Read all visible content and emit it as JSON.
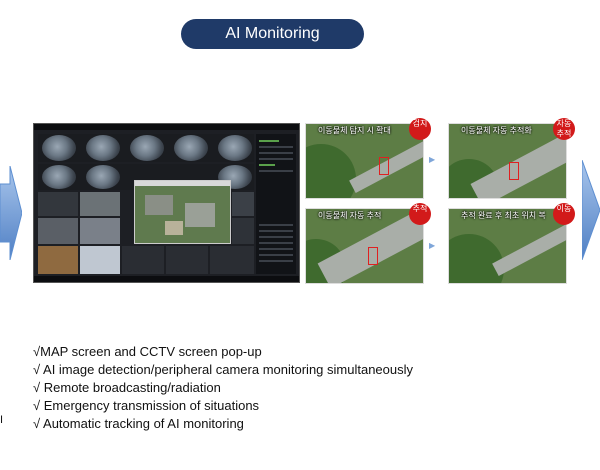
{
  "title": "AI Monitoring",
  "colors": {
    "pill": "#1f3a68",
    "arrow": "#5e8fd1",
    "badge": "#d21a1a",
    "detect_box": "#e02020"
  },
  "tracking_panels": [
    {
      "caption": "이동물체 탐지 시 확대",
      "badge": "검지"
    },
    {
      "caption": "이동물체 자동 추적화",
      "badge": "자동추적"
    },
    {
      "caption": "이동물체 자동 추적",
      "badge": "추적"
    },
    {
      "caption": "추적 완료 후 최초 위치 복",
      "badge": "이동"
    }
  ],
  "bullets": [
    "√MAP screen and CCTV screen pop-up",
    "√ AI image detection/peripheral camera monitoring simultaneously",
    "√ Remote broadcasting/radiation",
    "√ Emergency transmission of situations",
    "√ Automatic tracking of AI monitoring"
  ],
  "stray_char": "I",
  "icons": {
    "left": "arrow-right-icon",
    "right": "arrow-right-icon",
    "flow": "triangle-right-icon"
  }
}
